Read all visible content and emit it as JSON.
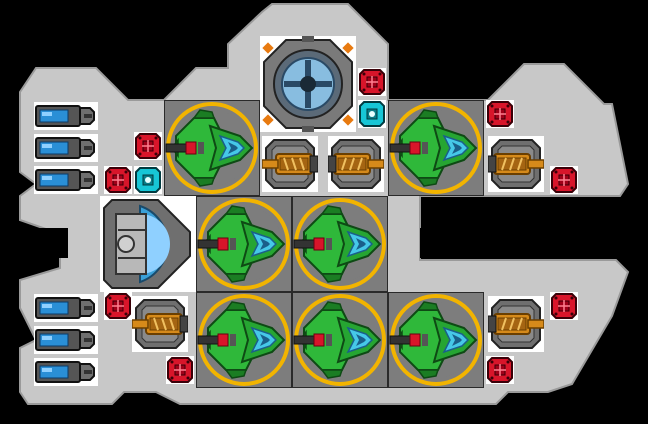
{
  "colors": {
    "background": "#000000",
    "hull": "#c8c8c8",
    "hull_edge": "#9a9a9a",
    "slot": "#7d7d7d",
    "slot_border": "#2a2a2a",
    "shield_green": "#2fb83a",
    "shield_dark": "#1b7d23",
    "shield_ring": "#f2b400",
    "shield_core": "#3aa0d8",
    "gun_brass": "#d68a1a",
    "gun_metal": "#6f6f6f",
    "armor_red": "#d8152a",
    "power_cyan": "#17c6d6",
    "battery_blue": "#2a8fd6"
  },
  "shield_generators": [
    {
      "id": "sg-top-left"
    },
    {
      "id": "sg-top-right"
    },
    {
      "id": "sg-mid-1"
    },
    {
      "id": "sg-mid-2"
    },
    {
      "id": "sg-bottom-1"
    },
    {
      "id": "sg-bottom-2"
    },
    {
      "id": "sg-bottom-3"
    }
  ],
  "turrets": [
    {
      "id": "turret-top-1",
      "facing": "left"
    },
    {
      "id": "turret-top-2",
      "facing": "right"
    },
    {
      "id": "turret-top-3",
      "facing": "right"
    },
    {
      "id": "turret-bottom-left",
      "facing": "left"
    },
    {
      "id": "turret-bottom-right",
      "facing": "right"
    }
  ],
  "batteries": {
    "top_stack": 3,
    "bottom_stack": 3
  },
  "modules": {
    "reactor": "reactor-core-icon",
    "cockpit": "cockpit-icon",
    "armor": "armor-block-icon",
    "power": "power-node-icon"
  }
}
